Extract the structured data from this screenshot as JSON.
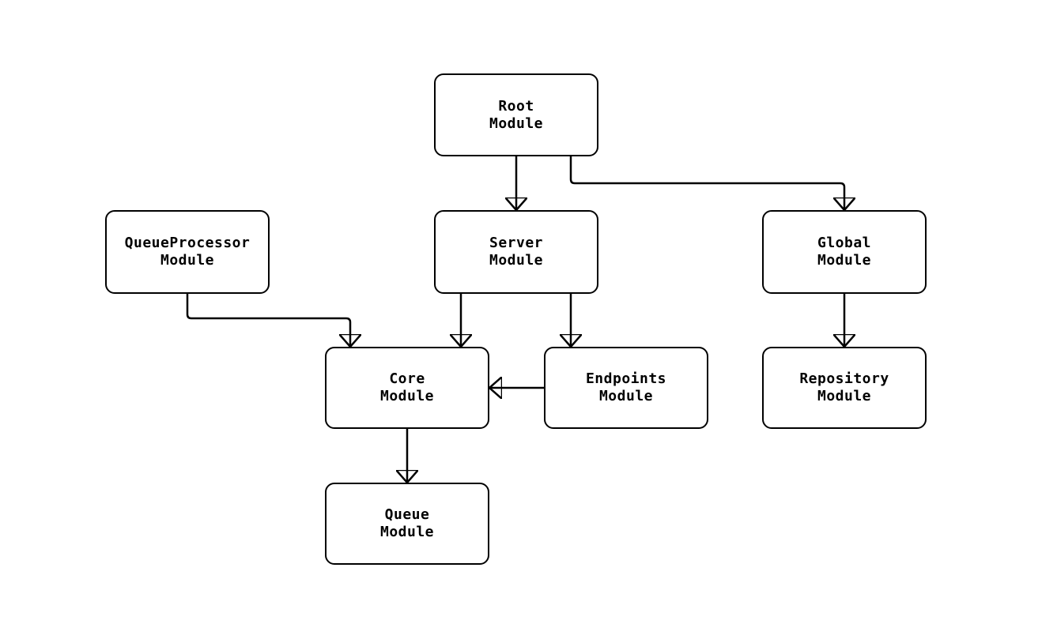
{
  "diagram": {
    "type": "flowchart",
    "background_color": "#ffffff",
    "box_fill_color": "#ffffff",
    "line_color": "#000000",
    "text_color": "#000000",
    "nodes": [
      {
        "id": "root",
        "label": "Root\nModule"
      },
      {
        "id": "queueprocessor",
        "label": "QueueProcessor\nModule"
      },
      {
        "id": "server",
        "label": "Server\nModule"
      },
      {
        "id": "global",
        "label": "Global\nModule"
      },
      {
        "id": "core",
        "label": "Core\nModule"
      },
      {
        "id": "endpoints",
        "label": "Endpoints\nModule"
      },
      {
        "id": "repository",
        "label": "Repository\nModule"
      },
      {
        "id": "queue",
        "label": "Queue\nModule"
      }
    ],
    "edges": [
      {
        "from": "root",
        "to": "server"
      },
      {
        "from": "root",
        "to": "global"
      },
      {
        "from": "queueprocessor",
        "to": "core"
      },
      {
        "from": "server",
        "to": "core"
      },
      {
        "from": "server",
        "to": "endpoints"
      },
      {
        "from": "endpoints",
        "to": "core"
      },
      {
        "from": "global",
        "to": "repository"
      },
      {
        "from": "core",
        "to": "queue"
      }
    ]
  }
}
